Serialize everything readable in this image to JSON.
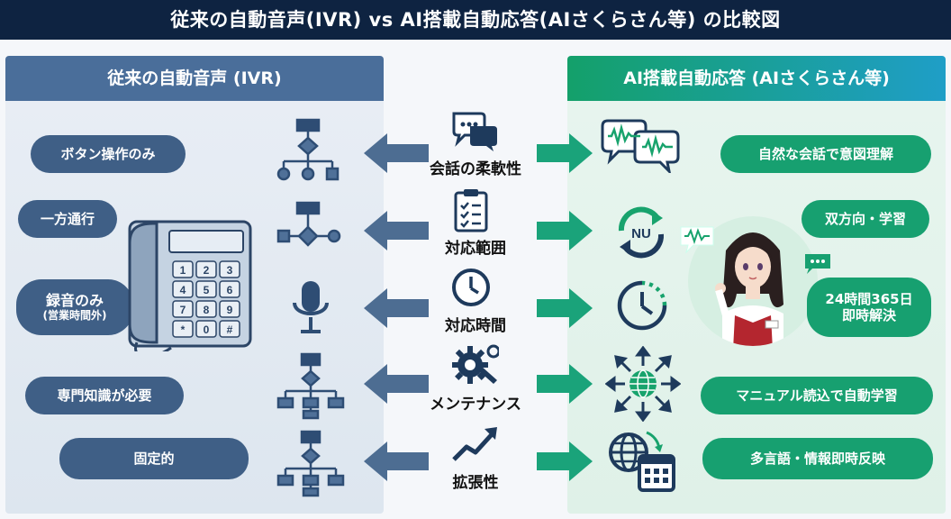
{
  "title": "従来の自動音声(IVR) vs AI搭載自動応答(AIさくらさん等) の比較図",
  "left_panel": {
    "header": "従来の自動音声 (IVR)",
    "bubbles": [
      {
        "label": "ボタン操作のみ"
      },
      {
        "label": "一方通行"
      },
      {
        "label": "録音のみ",
        "sub": "(営業時間外)"
      },
      {
        "label": "専門知識が必要"
      },
      {
        "label": "固定的"
      }
    ]
  },
  "right_panel": {
    "header": "AI搭載自動応答 (AIさくらさん等)",
    "bubbles": [
      {
        "label": "自然な会話で意図理解"
      },
      {
        "label": "双方向・学習"
      },
      {
        "label": "24時間365日",
        "sub": "即時解決"
      },
      {
        "label": "マニュアル読込で自動学習"
      },
      {
        "label": "多言語・情報即時反映"
      }
    ],
    "badge_text": "NU"
  },
  "criteria": [
    {
      "label": "会話の柔軟性",
      "icon": "chat-bubbles-icon"
    },
    {
      "label": "対応範囲",
      "icon": "clipboard-checklist-icon"
    },
    {
      "label": "対応時間",
      "icon": "clock-icon"
    },
    {
      "label": "メンテナンス",
      "icon": "gear-wrench-icon"
    },
    {
      "label": "拡張性",
      "icon": "trend-up-icon"
    }
  ],
  "colors": {
    "title_bg": "#0e2341",
    "left_accent": "#3f5f86",
    "right_accent": "#17a070",
    "arrow_left": "#4d6d92",
    "arrow_right": "#1aa37a"
  },
  "phone_keys": [
    "1",
    "2",
    "3",
    "4",
    "5",
    "6",
    "7",
    "8",
    "9",
    "*",
    "0",
    "#"
  ]
}
